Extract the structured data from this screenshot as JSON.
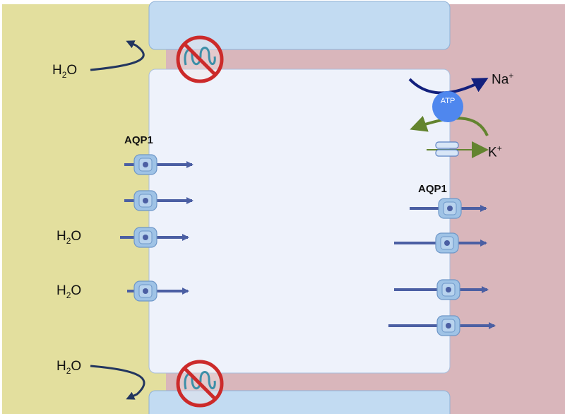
{
  "colors": {
    "lumen": "#e3df9e",
    "interstitium": "#d9b6bb",
    "cell": "#eef2fb",
    "neighbor_cell": "#c2dbf2",
    "aqp": "#9fc3e6",
    "arrow": "#4b5fa3",
    "na_arrow": "#12207d",
    "k_arrow": "#63842f",
    "atp": "#4f87ee",
    "block_circle": "#cc2a2a"
  },
  "labels": {
    "h2o_top": {
      "main": "H",
      "sub": "2",
      "tail": "O"
    },
    "h2o_mid1": {
      "main": "H",
      "sub": "2",
      "tail": "O"
    },
    "h2o_mid2": {
      "main": "H",
      "sub": "2",
      "tail": "O"
    },
    "h2o_bottom": {
      "main": "H",
      "sub": "2",
      "tail": "O"
    },
    "aqp_left": "AQP1",
    "aqp_right": "AQP1",
    "na": {
      "main": "Na",
      "sup": "+"
    },
    "k": {
      "main": "K",
      "sup": "+"
    },
    "atp": "ATP"
  },
  "icons": {
    "tight_junction_blocked": "no-entry-icon",
    "aquaporin_channel": "aquaporin-icon",
    "pump": "na-k-atpase-icon"
  }
}
